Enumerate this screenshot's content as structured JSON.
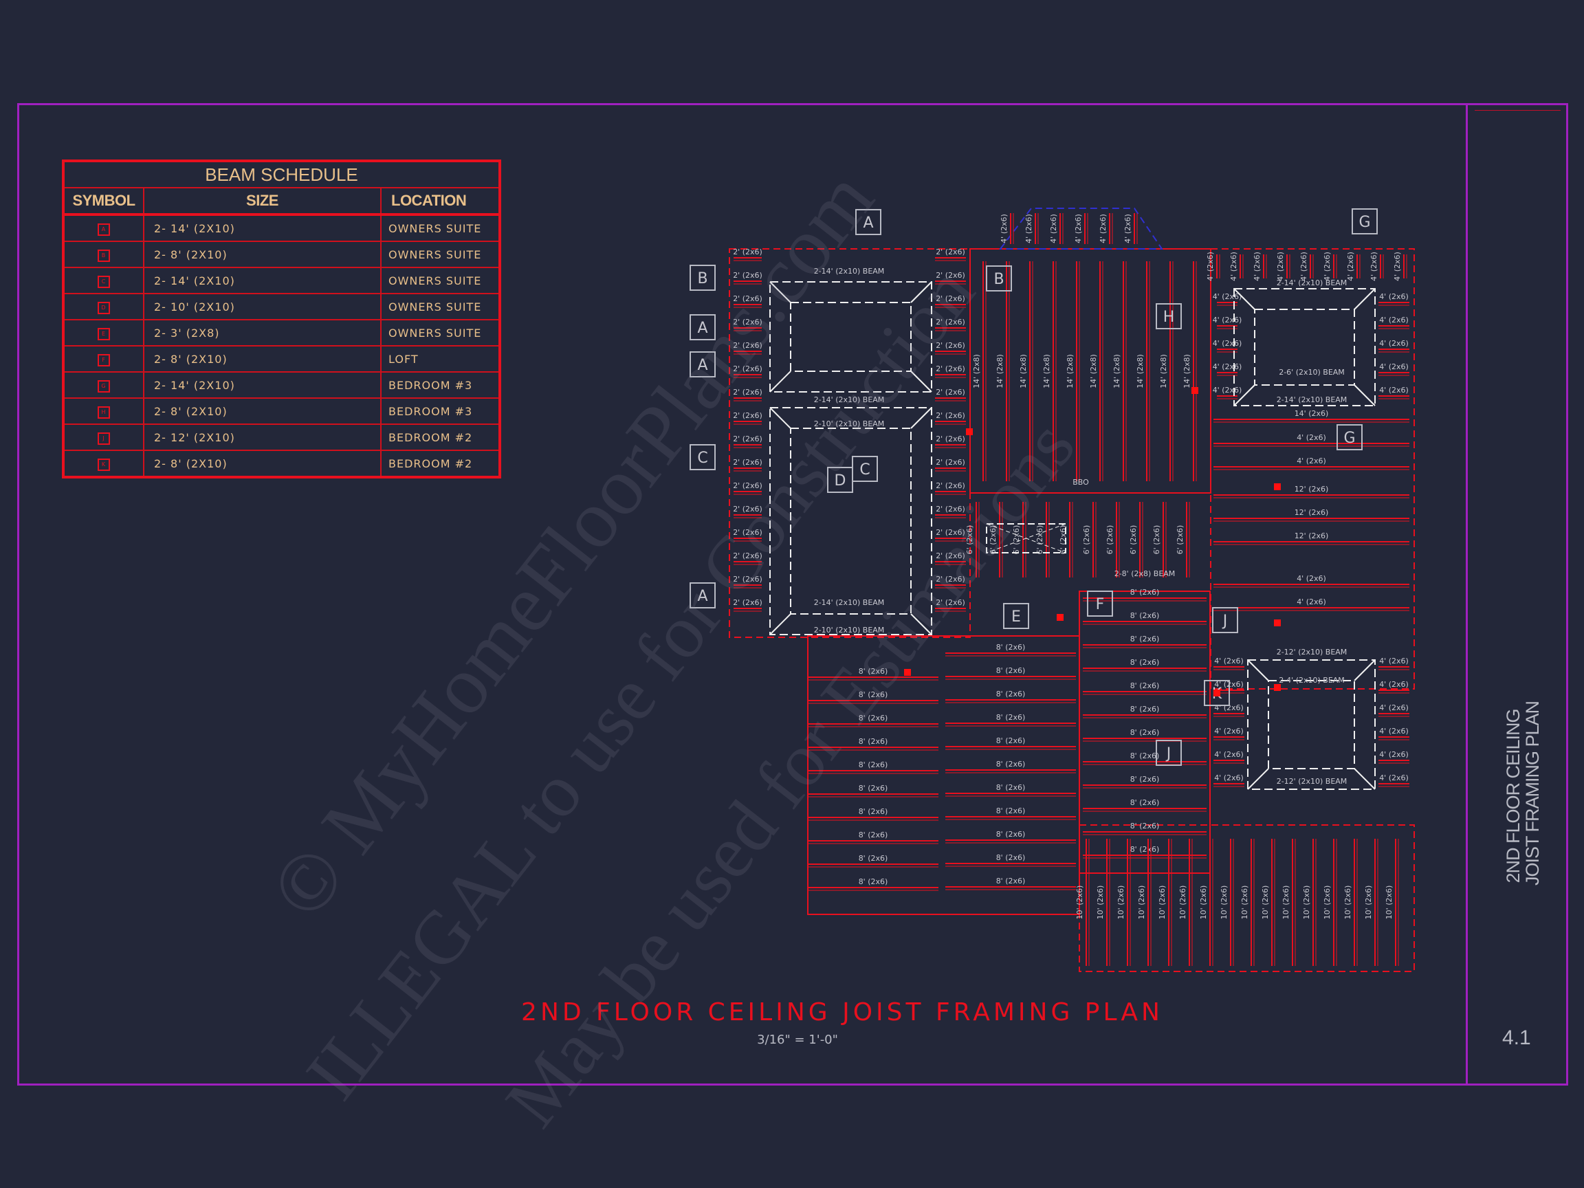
{
  "beam_schedule": {
    "title": "BEAM SCHEDULE",
    "headers": {
      "symbol": "SYMBOL",
      "size": "SIZE",
      "location": "LOCATION"
    },
    "rows": [
      {
        "symbol": "A",
        "size": "2- 14' (2X10)",
        "location": "OWNERS SUITE"
      },
      {
        "symbol": "B",
        "size": "2- 8' (2X10)",
        "location": "OWNERS SUITE"
      },
      {
        "symbol": "C",
        "size": "2- 14' (2X10)",
        "location": "OWNERS SUITE"
      },
      {
        "symbol": "D",
        "size": "2- 10' (2X10)",
        "location": "OWNERS SUITE"
      },
      {
        "symbol": "E",
        "size": "2- 3' (2X8)",
        "location": "OWNERS SUITE"
      },
      {
        "symbol": "F",
        "size": "2- 8' (2X10)",
        "location": "LOFT"
      },
      {
        "symbol": "G",
        "size": "2- 14' (2X10)",
        "location": "BEDROOM #3"
      },
      {
        "symbol": "H",
        "size": "2- 8' (2X10)",
        "location": "BEDROOM #3"
      },
      {
        "symbol": "J",
        "size": "2- 12' (2X10)",
        "location": "BEDROOM #2"
      },
      {
        "symbol": "K",
        "size": "2- 8' (2X10)",
        "location": "BEDROOM #2"
      }
    ]
  },
  "plan": {
    "title": "2ND FLOOR CEILING JOIST FRAMING PLAN",
    "scale": "3/16\" = 1'-0\"",
    "joist_labels": {
      "two": "2' (2x6)",
      "four": "4' (2x6)",
      "six": "6' (2x6)",
      "eight": "8' (2x6)",
      "twelve": "12' (2x6)",
      "fourteen8": "14' (2x8)",
      "fourteen6": "14' (2x6)",
      "ten": "10' (2x6)"
    },
    "beam_labels": [
      "2-14' (2x10) BEAM",
      "2-10' (2x10) BEAM",
      "2-14' (2x10) BEAM",
      "2-10' (2x10) BEAM",
      "2-14' (2x10) BEAM",
      "2-14' (2x10) BEAM",
      "2-6' (2x10) BEAM",
      "2-14' (2x10) BEAM",
      "2-8' (2x8) BEAM",
      "2-12' (2x10) BEAM",
      "2-4' (2x10) BEAM",
      "2-12' (2x10) BEAM",
      "BBO"
    ],
    "callouts": [
      "A",
      "B",
      "A",
      "A",
      "C",
      "A",
      "B",
      "D",
      "C",
      "E",
      "F",
      "H",
      "G",
      "G",
      "J",
      "K",
      "J"
    ],
    "colors": {
      "framing": "#e8101e",
      "beam": "#f0f0f0",
      "sheet_border": "#a020c0",
      "text": "#e9c08a"
    }
  },
  "title_block": {
    "sheet_title_line1": "2ND FLOOR CEILING",
    "sheet_title_line2": "JOIST FRAMING PLAN",
    "sheet_number": "4.1"
  },
  "watermark": {
    "line1": "© MyHomeFloorPlans.com",
    "line2": "ILLEGAL to use for Construction",
    "line3": "May be used for Estimations"
  }
}
